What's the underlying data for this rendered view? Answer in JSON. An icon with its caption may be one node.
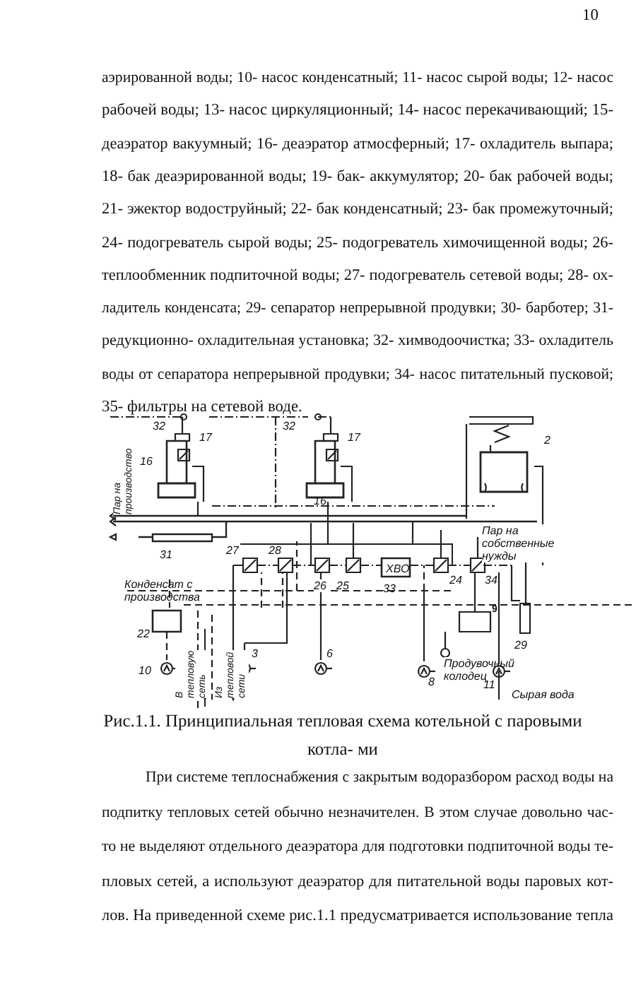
{
  "diagram": {
    "caption": "Рис.1.1. Принципиальная тепловая схема котельной с паровыми котла- ми",
    "labels": [
      "10",
      "аэрированной воды; 10- насос конденсатный; 11- насос сырой воды; 12- насос",
      "рабочей воды; 13- насос циркуляционный; 14- насос перекачивающий; 15-",
      "деаэратор вакуумный; 16- деаэратор атмосферный; 17- охладитель выпара;",
      "18- бак деаэрированной воды; 19- бак- аккумулятор; 20- бак рабочей воды;",
      "21- эжектор водоструйный; 22- бак конденсатный; 23- бак промежуточный;",
      "24- подогреватель сырой воды; 25- подогреватель химочищенной воды; 26-",
      "теплообменник подпиточной воды; 27- подогреватель сетевой воды; 28- ох-",
      "ладитель конденсата; 29- сепаратор непрерывной продувки; 30- барботер; 31-",
      "редукционно- охладительная установка; 32- химводоочистка; 33- охладитель",
      "воды от сепаратора непрерывной продувки; 34- насос питательный пусковой;",
      "35- фильтры на сетевой воде.",
      "32",
      "32",
      "17",
      "17",
      "2",
      "16",
      "16",
      "Пар на производство",
      "Пар на собственные нужды",
      "31",
      "27",
      "28",
      "Конденсат с производства",
      "26",
      "25",
      "ХВО",
      "33",
      "24",
      "34",
      "22",
      "9",
      "29",
      "Продувочный колодец",
      "10",
      "3",
      "6",
      "8",
      "11",
      "В тепловую сеть",
      "Из тепловой сети",
      "Сырая вода",
      "При системе теплоснабжения с закрытым водоразбором расход воды на",
      "подпитку тепловых сетей обычно незначителен. В этом случае довольно час-",
      "то не выделяют отдельного деаэратора для подготовки подпиточной воды те-",
      "пловых сетей, а используют деаэратор для питательной воды паровых кот-",
      "лов. На приведенной схеме рис.1.1 предусматривается использование тепла"
    ]
  }
}
